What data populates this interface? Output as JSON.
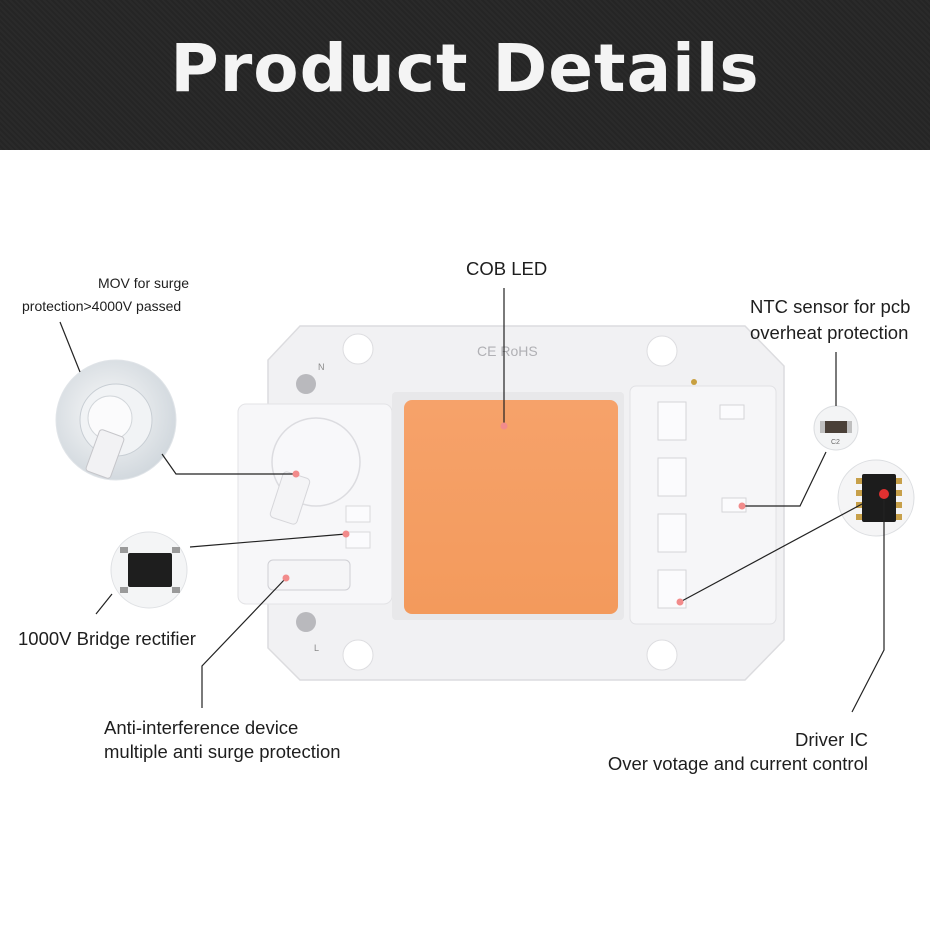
{
  "header": {
    "title": "Product Details"
  },
  "board": {
    "marking": "CE RoHS",
    "pin_n": "N",
    "pin_l": "L",
    "cap_code": "C2"
  },
  "labels": {
    "mov": [
      "MOV for surge",
      "protection>4000V passed"
    ],
    "cob": "COB LED",
    "ntc": [
      "NTC sensor for pcb",
      "overheat protection"
    ],
    "bridge": "1000V Bridge rectifier",
    "anti": [
      "Anti-interference device",
      "multiple anti surge protection"
    ],
    "driver": [
      "Driver IC",
      "Over votage and current control"
    ]
  },
  "colors": {
    "banner": "#272727",
    "led": "#f7a064",
    "pcb": "#f0f0f2",
    "marker": "#f28b8b",
    "line": "#222222"
  }
}
